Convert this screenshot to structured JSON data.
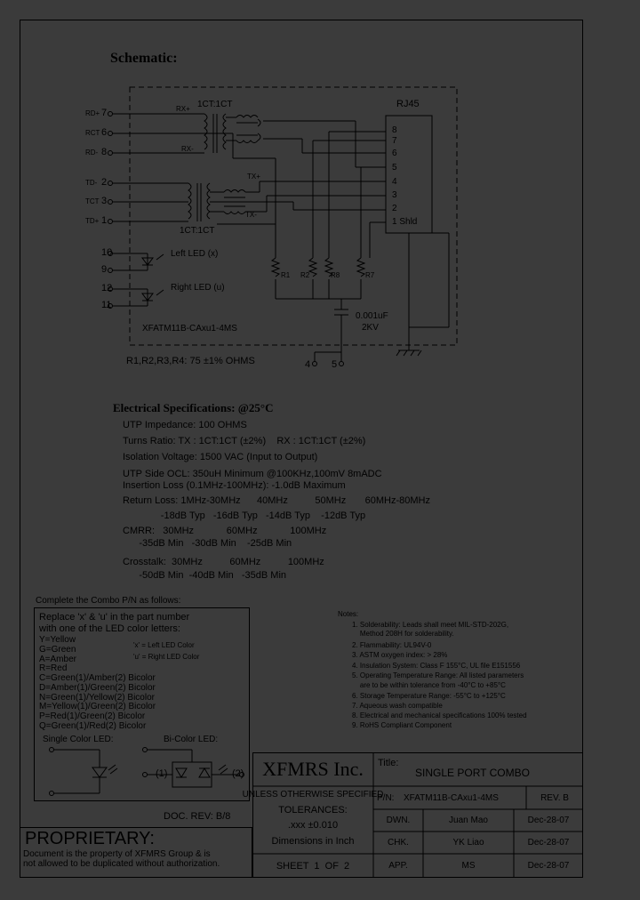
{
  "schematic": {
    "title": "Schematic:",
    "left_pins": [
      {
        "label": "RD+",
        "num": "7"
      },
      {
        "label": "RCT",
        "num": "6"
      },
      {
        "label": "RD-",
        "num": "8"
      },
      {
        "label": "TD-",
        "num": "2"
      },
      {
        "label": "TCT",
        "num": "3"
      },
      {
        "label": "TD+",
        "num": "1"
      }
    ],
    "led_pins": [
      "10",
      "9",
      "12",
      "11"
    ],
    "left_led": "Left LED (x)",
    "right_led": "Right LED (u)",
    "ratio_top": "1CT:1CT",
    "ratio_bottom": "1CT:1CT",
    "rx_plus": "RX+",
    "rx_minus": "RX-",
    "tx_plus": "TX+",
    "tx_minus": "TX-",
    "rj45": "RJ45",
    "rj45_pins": [
      "8",
      "7",
      "6",
      "5",
      "4",
      "3",
      "2",
      "1 Shld"
    ],
    "resistors": [
      "R1",
      "R2",
      "R8",
      "R7"
    ],
    "capacitor": "0.001uF",
    "cap_voltage": "2KV",
    "part_label": "XFATM11B-CAxu1-4MS",
    "resistor_note": "R1,R2,R3,R4: 75 ±1% OHMS",
    "bottom_pins": [
      "4",
      "5"
    ]
  },
  "electrical": {
    "title": "Electrical Specifications: @25°C",
    "lines": [
      "UTP Impedance: 100 OHMS",
      "Turns Ratio: TX : 1CT:1CT (±2%)    RX : 1CT:1CT (±2%)",
      "Isolation Voltage: 1500 VAC (Input to Output)",
      "UTP Side OCL: 350uH Minimum @100KHz,100mV 8mADC",
      "Insertion Loss (0.1MHz-100MHz): -1.0dB Maximum",
      "Return Loss: 1MHz-30MHz      40MHz          50MHz       60MHz-80MHz",
      "              -18dB Typ   -16dB Typ   -14dB Typ    -12dB Typ",
      "CMRR:   30MHz            60MHz            100MHz",
      "      -35dB Min   -30dB Min    -25dB Min",
      "Crosstalk:  30MHz          60MHz          100MHz",
      "      -50dB Min  -40dB Min   -35dB Min"
    ]
  },
  "combo": {
    "heading": "Complete the Combo P/N as follows:",
    "replace_lines": [
      "Replace 'x' & 'u' in the part number",
      "with one of the LED color letters:"
    ],
    "colors": [
      "Y=Yellow",
      "G=Green",
      "A=Amber",
      "R=Red",
      "C=Green(1)/Amber(2) Bicolor",
      "D=Amber(1)/Green(2) Bicolor",
      "N=Green(1)/Yellow(2) Bicolor",
      "M=Yellow(1)/Green(2) Bicolor",
      "P=Red(1)/Green(2) Bicolor",
      "Q=Green(1)/Red(2) Bicolor"
    ],
    "x_note": "'x' = Left LED Color",
    "u_note": "'u' = Right LED Color",
    "single_led": "Single Color LED:",
    "bi_led": "Bi-Color LED:",
    "bi_1": "(1)",
    "bi_2": "(2)"
  },
  "notes": {
    "heading": "Notes:",
    "items": [
      "1. Solderability: Leads shall meet MIL-STD-202G,",
      "    Method 208H for solderability.",
      "2. Flammability: UL94V-0",
      "3. ASTM oxygen index: > 28%",
      "4. Insulation System: Class F 155°C, UL file E151556",
      "5. Operating Temperature Range: All listed parameters",
      "    are to be within tolerance from -40°C to +85°C",
      "6. Storage Temperature Range: -55°C to +125°C",
      "7. Aqueous wash compatible",
      "8. Electrical and mechanical specifications 100% tested",
      "9. RoHS Compliant Component"
    ]
  },
  "title_block": {
    "doc_rev": "DOC. REV: B/8",
    "proprietary": "PROPRIETARY:",
    "proprietary_text": [
      "Document is the property of XFMRS Group & is",
      "not allowed to be duplicated without authorization."
    ],
    "company": "XFMRS Inc.",
    "title_label": "Title:",
    "title": "SINGLE PORT COMBO",
    "unless": "UNLESS OTHERWISE SPECIFIED",
    "tolerances": "TOLERANCES:",
    "tol_value": ".xxx ±0.010",
    "dimensions": "Dimensions in Inch",
    "sheet": "SHEET  1  OF  2",
    "pn_label": "P/N:",
    "pn": "XFATM11B-CAxu1-4MS",
    "rev": "REV. B",
    "rows": [
      {
        "label": "DWN.",
        "name": "Juan Mao",
        "date": "Dec-28-07"
      },
      {
        "label": "CHK.",
        "name": "YK Liao",
        "date": "Dec-28-07"
      },
      {
        "label": "APP.",
        "name": "MS",
        "date": "Dec-28-07"
      }
    ]
  }
}
